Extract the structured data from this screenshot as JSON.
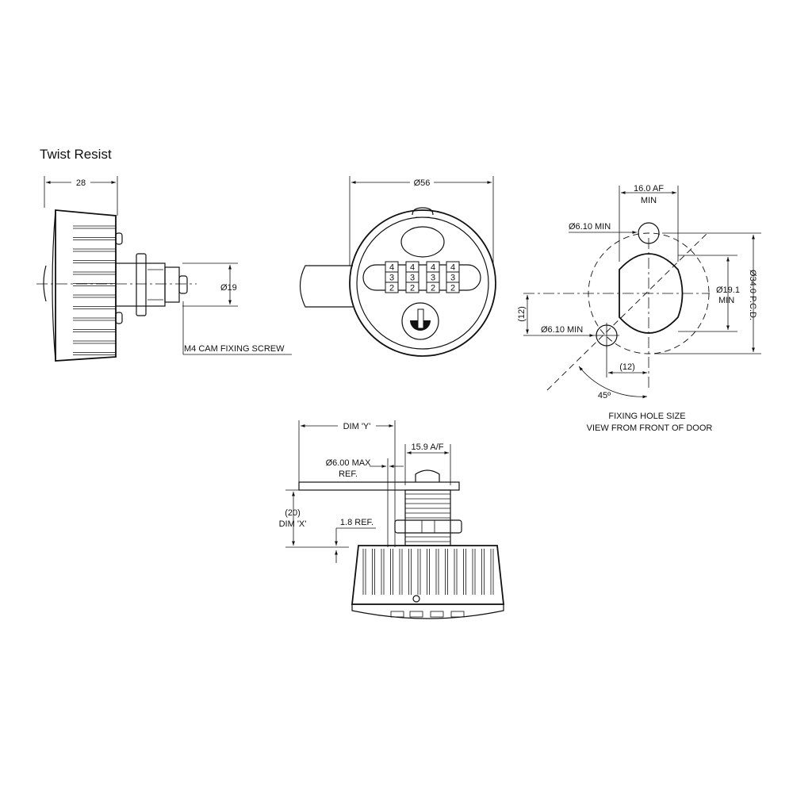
{
  "title": "Twist Resist",
  "side_view": {
    "width_label": "28",
    "diameter_label": "Ø19",
    "screw_label": "M4 CAM FIXING SCREW"
  },
  "front_view": {
    "diameter_label": "Ø56",
    "dials": [
      [
        "4",
        "3",
        "2"
      ],
      [
        "4",
        "3",
        "2"
      ],
      [
        "4",
        "3",
        "2"
      ],
      [
        "4",
        "3",
        "2"
      ]
    ]
  },
  "hole_view": {
    "af_label": "16.0 AF",
    "af_label_2": "MIN",
    "hole_top_label": "Ø6.10 MIN",
    "hole_bottom_label": "Ø6.10 MIN",
    "offset_v_label": "(12)",
    "offset_h_label": "(12)",
    "bore_label": "Ø19.1",
    "bore_label_2": "MIN",
    "pcd_label": "Ø34.0 P.C.D.",
    "angle_label": "45º",
    "caption_1": "FIXING HOLE SIZE",
    "caption_2": "VIEW FROM FRONT OF DOOR"
  },
  "bottom_view": {
    "dim_y_label": "DIM 'Y'",
    "af_label": "15.9 A/F",
    "pin_label": "Ø6.00 MAX",
    "pin_label_2": "REF.",
    "dim_x_value": "(20)",
    "dim_x_label": "DIM 'X'",
    "ref_label": "1.8 REF."
  }
}
